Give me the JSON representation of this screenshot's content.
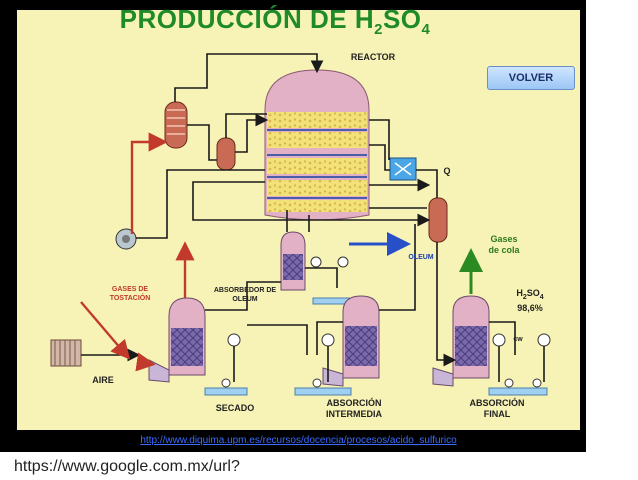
{
  "title": {
    "main": "PRODUCCIÓN DE H",
    "sub1": "2",
    "mid": "SO",
    "sub2": "4"
  },
  "labels": {
    "reactor": "REACTOR",
    "q": "Q",
    "gases_cola_1": "Gases",
    "gases_cola_2": "de cola",
    "oleum": "OLEUM",
    "absorbedor_1": "ABSORBEDOR DE",
    "absorbedor_2": "OLEUM",
    "gases_tostacion_1": "GASES DE",
    "gases_tostacion_2": "TOSTACIÓN",
    "h2so4_1": "H",
    "h2so4_sub": "2",
    "h2so4_2": "SO",
    "h2so4_sub2": "4",
    "pct": "98,6%",
    "cw": "cw",
    "aire": "AIRE",
    "secado": "SECADO",
    "abs_int_1": "ABSORCIÓN",
    "abs_int_2": "INTERMEDIA",
    "abs_fin_1": "ABSORCIÓN",
    "abs_fin_2": "FINAL"
  },
  "volver_button": "VOLVER",
  "link_text": "http://www.diquima.upm.es/recursos/docencia/procesos/acido_sulfurico",
  "caption": "https://www.google.com.mx/url?",
  "colors": {
    "panel": "#f7f3b6",
    "title": "#1f8a2a",
    "vessel_pink": "#e3b1c6",
    "vessel_purple": "#6d5a9e",
    "bed_yellow": "#f3e27a",
    "pipe": "#1a1a1a",
    "arrow_red": "#c23a2c",
    "arrow_green": "#2c8a22",
    "arrow_blue": "#2750c8",
    "water": "#9fd0f2"
  }
}
